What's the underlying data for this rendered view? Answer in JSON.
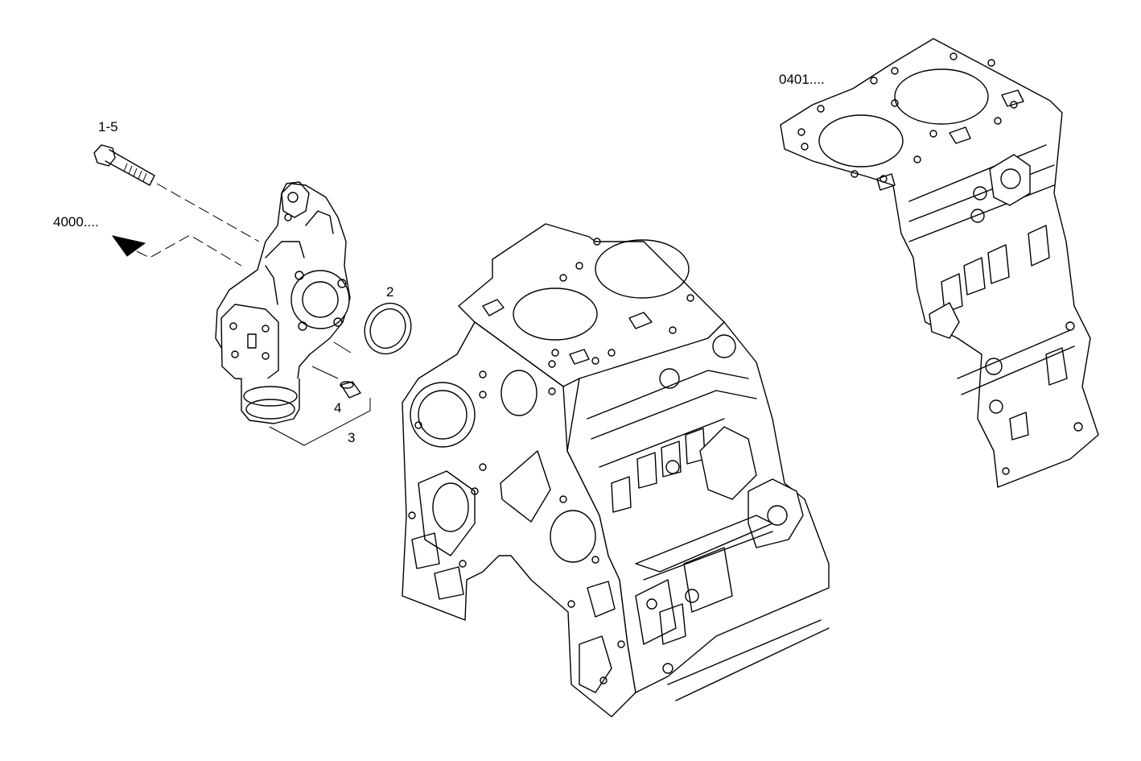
{
  "callouts": {
    "screw": "1-5",
    "pump_ref": "4000....",
    "seal_ring": "2",
    "pump_body": "3",
    "dowel": "4",
    "block_ref": "0401...."
  },
  "colors": {
    "ink": "#000000",
    "paper": "#ffffff"
  }
}
